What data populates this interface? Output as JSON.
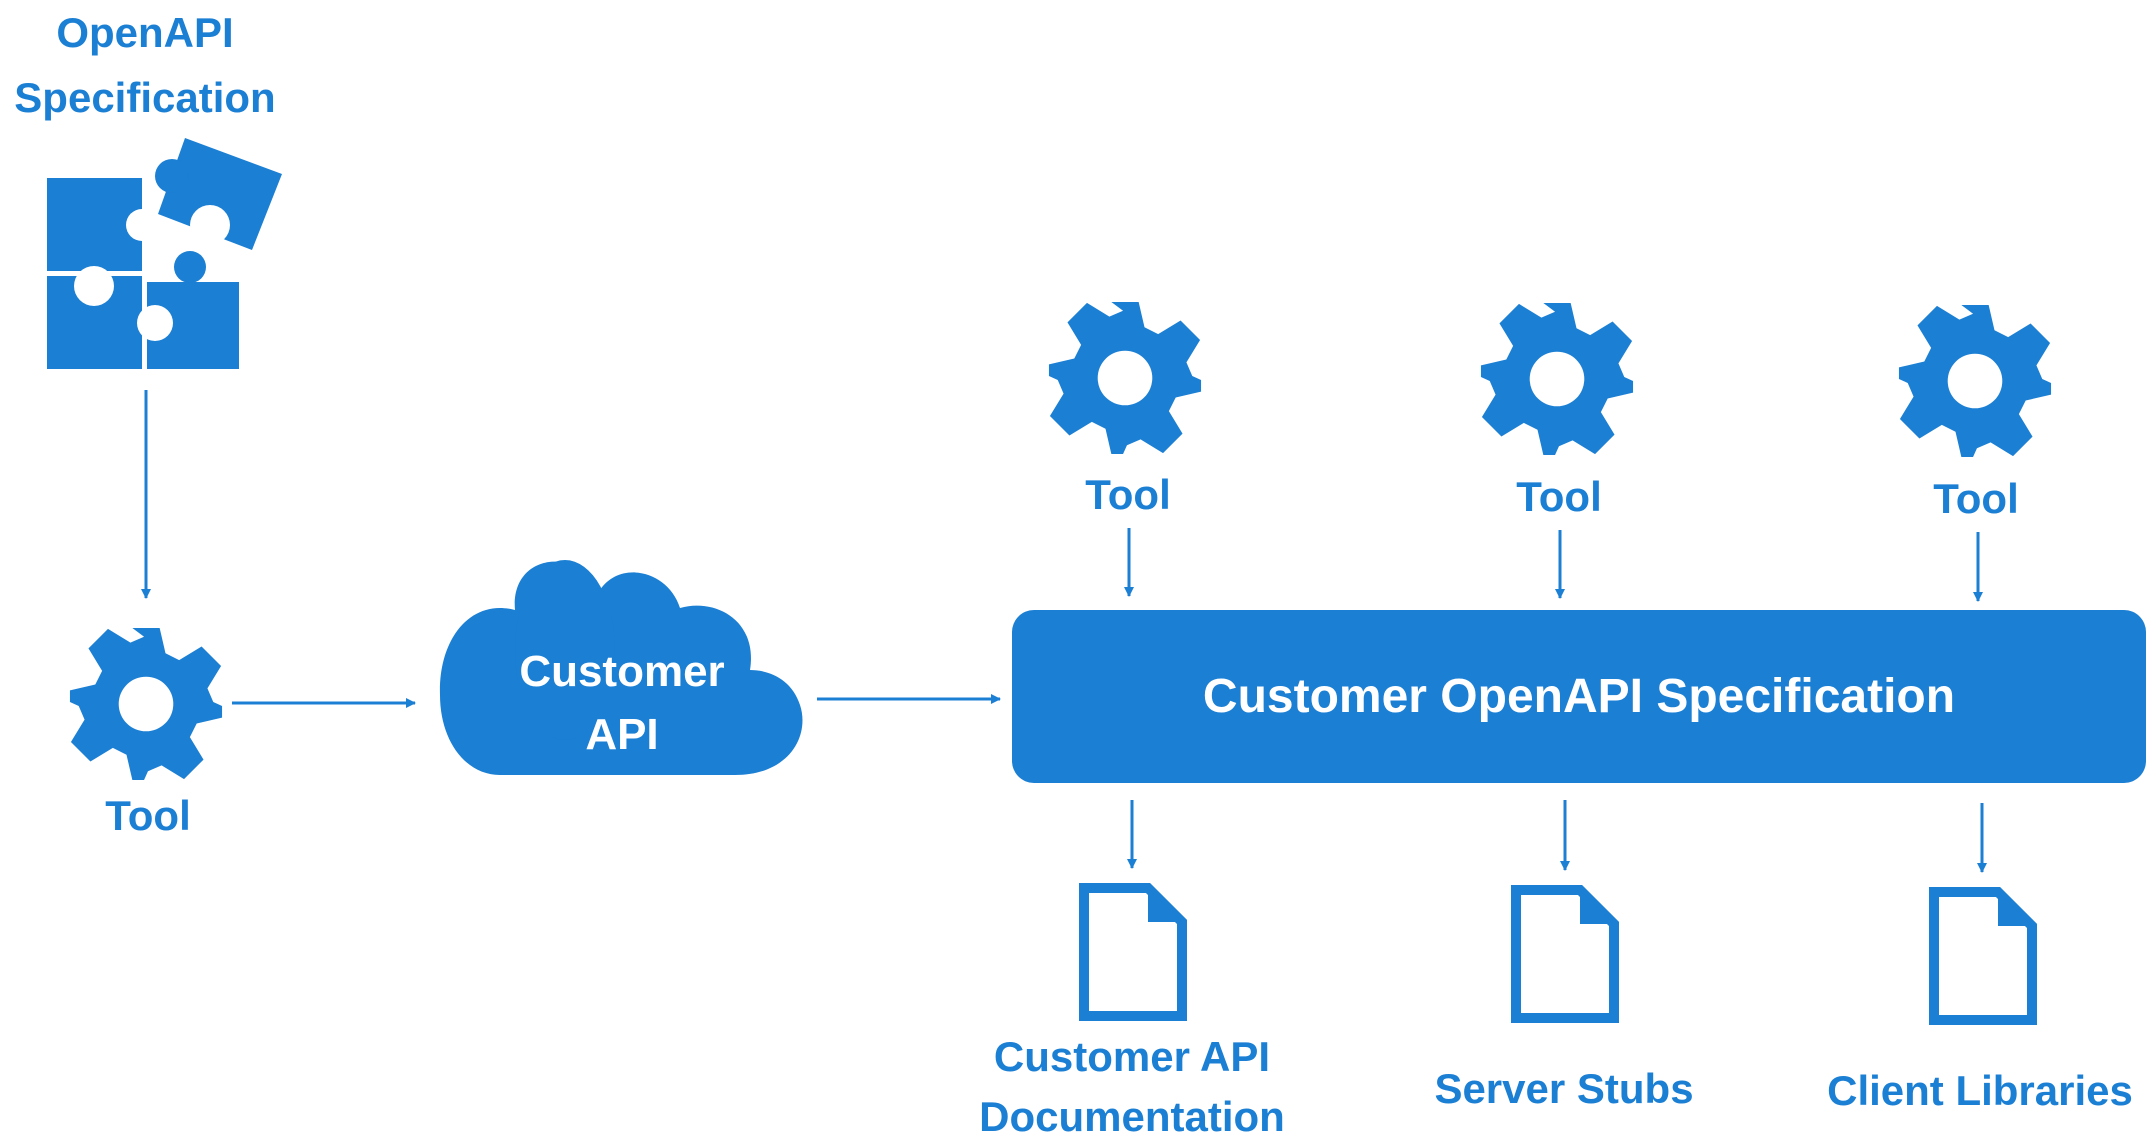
{
  "colors": {
    "accent": "#1b7fd4",
    "background": "#ffffff"
  },
  "spec": {
    "title_line1": "OpenAPI",
    "title_line2": "Specification",
    "icon": "puzzle-icon"
  },
  "tool_left": {
    "label": "Tool",
    "icon": "gear-icon"
  },
  "cloud": {
    "line1": "Customer",
    "line2": "API",
    "icon": "cloud-icon"
  },
  "banner": {
    "label": "Customer OpenAPI Specification"
  },
  "tools_top": [
    {
      "label": "Tool",
      "icon": "gear-icon"
    },
    {
      "label": "Tool",
      "icon": "gear-icon"
    },
    {
      "label": "Tool",
      "icon": "gear-icon"
    }
  ],
  "outputs": [
    {
      "line1": "Customer API",
      "line2": "Documentation",
      "icon": "document-icon"
    },
    {
      "line1": "Server Stubs",
      "icon": "document-icon"
    },
    {
      "line1": "Client Libraries",
      "icon": "document-icon"
    }
  ]
}
